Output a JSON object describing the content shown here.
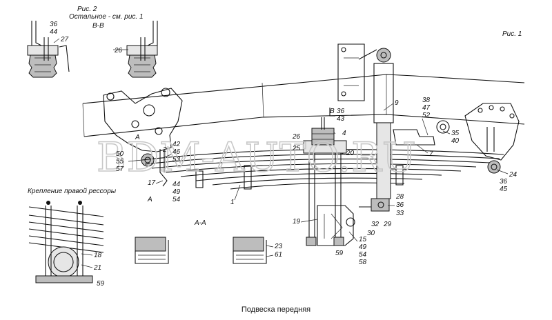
{
  "figures": {
    "fig1_title": "Рис. 1",
    "fig2_title": "Рис. 2",
    "fig2_note": "Остальное - см. рис. 1",
    "section_bb": "В-В",
    "section_aa": "А-А",
    "marker_a1": "А",
    "marker_a2": "А",
    "marker_b": "В",
    "right_spring_caption": "Крепление правой рессоры"
  },
  "watermark": "BDM-AUTO.RU",
  "caption": "Подвеска передняя",
  "callouts": {
    "c36a": "36",
    "c44a": "44",
    "c27": "27",
    "c26a": "26",
    "c9": "9",
    "c38": "38",
    "c47": "47",
    "c52": "52",
    "c35": "35",
    "c40": "40",
    "c36b": "36",
    "c43": "43",
    "c26b": "26",
    "c4": "4",
    "c25": "25",
    "c20": "20",
    "c7": "7",
    "c42": "42",
    "c46": "46",
    "c53": "53",
    "c2": "2",
    "c50": "50",
    "c55": "55",
    "c57": "57",
    "c17": "17",
    "c44b": "44",
    "c49a": "49",
    "c54a": "54",
    "c1": "1",
    "c24": "24",
    "c36c": "36",
    "c45": "45",
    "c28": "28",
    "c36d": "36",
    "c33": "33",
    "c32": "32",
    "c29": "29",
    "c30": "30",
    "c19": "19",
    "c59a": "59",
    "c15": "15",
    "c49b": "49",
    "c54b": "54",
    "c58": "58",
    "c18": "18",
    "c21": "21",
    "c59b": "59",
    "c23": "23",
    "c61": "61"
  }
}
